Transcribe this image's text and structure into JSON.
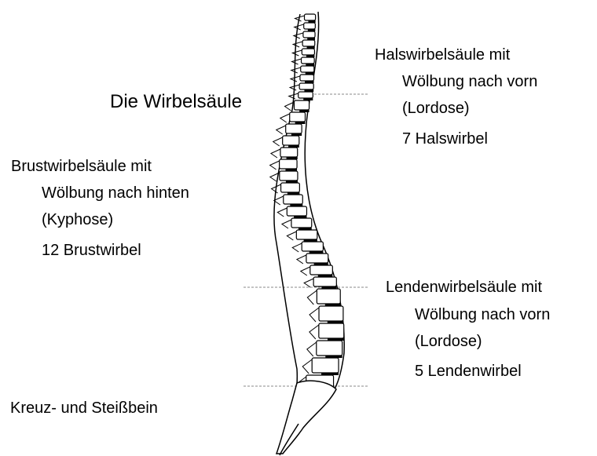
{
  "title": "Die Wirbelsäule",
  "regions": {
    "hals": {
      "heading": "Halswirbelsäule mit",
      "curve": "Wölbung nach vorn",
      "type": "(Lordose)",
      "count": "7 Halswirbel"
    },
    "brust": {
      "heading": "Brustwirbelsäule mit",
      "curve": "Wölbung nach hinten",
      "type": "(Kyphose)",
      "count": "12 Brustwirbel"
    },
    "lenden": {
      "heading": "Lendenwirbelsäule mit",
      "curve": "Wölbung nach vorn",
      "type": "(Lordose)",
      "count": "5 Lendenwirbel"
    },
    "kreuz": {
      "label": "Kreuz- und Steißbein"
    }
  },
  "colors": {
    "ink": "#000000",
    "background": "#ffffff",
    "divider": "#888888"
  }
}
